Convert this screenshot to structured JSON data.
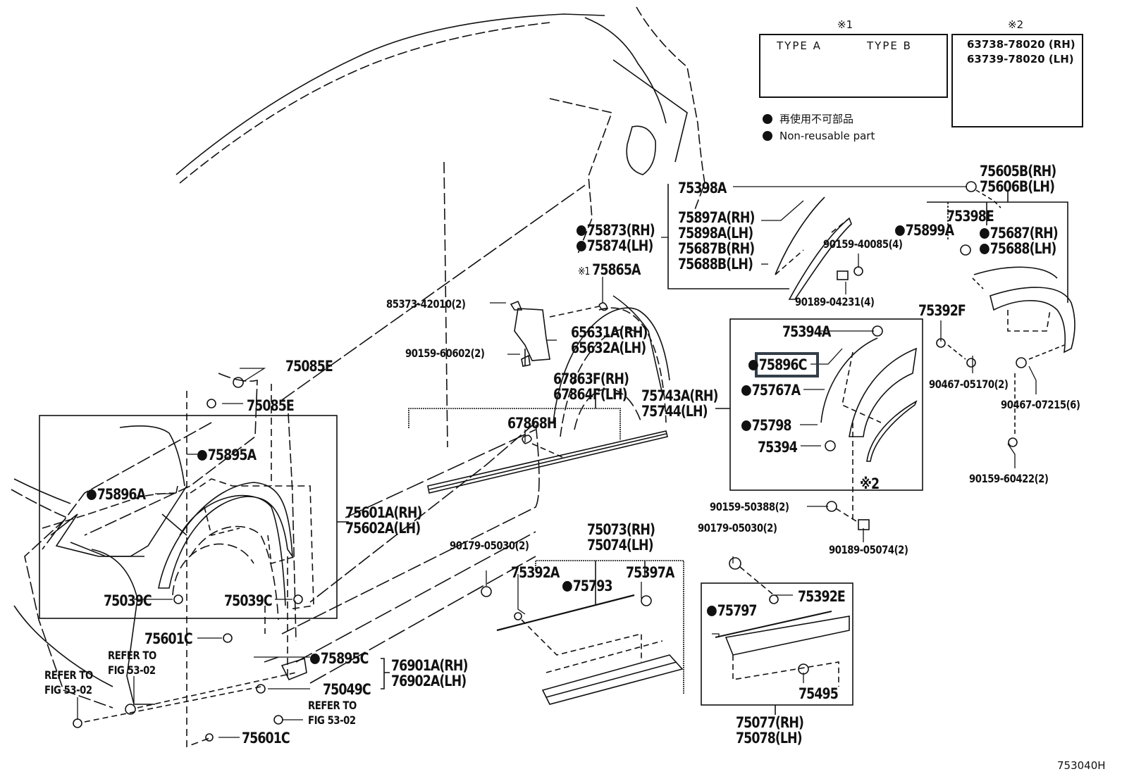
{
  "diagram": {
    "figure_number": "753040H",
    "legend": {
      "note1_marker": "※1",
      "note2_marker": "※2",
      "type_a_label": "TYPE  A",
      "type_b_label": "TYPE  B",
      "note2_parts": [
        "63738-78020 (RH)",
        "63739-78020 (LH)"
      ],
      "non_reusable_jp": "再使用不可部品",
      "non_reusable_en": "Non-reusable part"
    },
    "highlighted_part": "75896C",
    "callouts": [
      {
        "id": "c-75398A",
        "text": "75398A",
        "dot": false
      },
      {
        "id": "c-75897A",
        "text": "75897A(RH)",
        "dot": false
      },
      {
        "id": "c-75898A",
        "text": "75898A(LH)",
        "dot": false
      },
      {
        "id": "c-75687B",
        "text": "75687B(RH)",
        "dot": false
      },
      {
        "id": "c-75688B",
        "text": "75688B(LH)",
        "dot": false
      },
      {
        "id": "c-75873",
        "text": "75873(RH)",
        "dot": true
      },
      {
        "id": "c-75874",
        "text": "75874(LH)",
        "dot": true
      },
      {
        "id": "c-90159-40085",
        "text": "90159-40085(4)",
        "dot": false
      },
      {
        "id": "c-90189-04231",
        "text": "90189-04231(4)",
        "dot": false
      },
      {
        "id": "c-75605B",
        "text": "75605B(RH)",
        "dot": false
      },
      {
        "id": "c-75606B",
        "text": "75606B(LH)",
        "dot": false
      },
      {
        "id": "c-75398E",
        "text": "75398E",
        "dot": false
      },
      {
        "id": "c-75899A",
        "text": "75899A",
        "dot": true
      },
      {
        "id": "c-75687",
        "text": "75687(RH)",
        "dot": true
      },
      {
        "id": "c-75688",
        "text": "75688(LH)",
        "dot": true
      },
      {
        "id": "c-75865A",
        "text": "75865A",
        "dot": false,
        "prefix": "※1"
      },
      {
        "id": "c-85373-42010",
        "text": "85373-42010(2)",
        "dot": false
      },
      {
        "id": "c-65631A",
        "text": "65631A(RH)",
        "dot": false
      },
      {
        "id": "c-65632A",
        "text": "65632A(LH)",
        "dot": false
      },
      {
        "id": "c-90159-60602",
        "text": "90159-60602(2)",
        "dot": false
      },
      {
        "id": "c-75392F",
        "text": "75392F",
        "dot": false
      },
      {
        "id": "c-75394A",
        "text": "75394A",
        "dot": false
      },
      {
        "id": "c-75896C",
        "text": "75896C",
        "dot": true
      },
      {
        "id": "c-75767A",
        "text": "75767A",
        "dot": true
      },
      {
        "id": "c-75798",
        "text": "75798",
        "dot": true
      },
      {
        "id": "c-75394",
        "text": "75394",
        "dot": false
      },
      {
        "id": "c-75743A",
        "text": "75743A(RH)",
        "dot": false
      },
      {
        "id": "c-75744",
        "text": "75744(LH)",
        "dot": false
      },
      {
        "id": "c-90467-05170",
        "text": "90467-05170(2)",
        "dot": false
      },
      {
        "id": "c-90467-07215",
        "text": "90467-07215(6)",
        "dot": false
      },
      {
        "id": "c-90159-60422",
        "text": "90159-60422(2)",
        "dot": false
      },
      {
        "id": "c-67863F",
        "text": "67863F(RH)",
        "dot": false
      },
      {
        "id": "c-67864F",
        "text": "67864F(LH)",
        "dot": false
      },
      {
        "id": "c-67868H",
        "text": "67868H",
        "dot": false
      },
      {
        "id": "c-75085E-1",
        "text": "75085E",
        "dot": false
      },
      {
        "id": "c-75085E-2",
        "text": "75085E",
        "dot": false
      },
      {
        "id": "c-75895A",
        "text": "75895A",
        "dot": true
      },
      {
        "id": "c-75896A",
        "text": "75896A",
        "dot": true
      },
      {
        "id": "c-75601A",
        "text": "75601A(RH)",
        "dot": false
      },
      {
        "id": "c-75602A",
        "text": "75602A(LH)",
        "dot": false
      },
      {
        "id": "c-75039C-1",
        "text": "75039C",
        "dot": false
      },
      {
        "id": "c-75039C-2",
        "text": "75039C",
        "dot": false
      },
      {
        "id": "c-75601C-1",
        "text": "75601C",
        "dot": false
      },
      {
        "id": "c-75601C-2",
        "text": "75601C",
        "dot": false
      },
      {
        "id": "c-75895C",
        "text": "75895C",
        "dot": true
      },
      {
        "id": "c-75049C",
        "text": "75049C",
        "dot": false
      },
      {
        "id": "c-76901A",
        "text": "76901A(RH)",
        "dot": false
      },
      {
        "id": "c-76902A",
        "text": "76902A(LH)",
        "dot": false
      },
      {
        "id": "c-refer-1a",
        "text": "REFER TO",
        "dot": false
      },
      {
        "id": "c-refer-1b",
        "text": "FIG 53-02",
        "dot": false
      },
      {
        "id": "c-refer-2a",
        "text": "REFER TO",
        "dot": false
      },
      {
        "id": "c-refer-2b",
        "text": "FIG 53-02",
        "dot": false
      },
      {
        "id": "c-refer-3a",
        "text": "REFER TO",
        "dot": false
      },
      {
        "id": "c-refer-3b",
        "text": "FIG 53-02",
        "dot": false
      },
      {
        "id": "c-90179-05030-1",
        "text": "90179-05030(2)",
        "dot": false
      },
      {
        "id": "c-75073",
        "text": "75073(RH)",
        "dot": false
      },
      {
        "id": "c-75074",
        "text": "75074(LH)",
        "dot": false
      },
      {
        "id": "c-75392A",
        "text": "75392A",
        "dot": false
      },
      {
        "id": "c-75793",
        "text": "75793",
        "dot": true
      },
      {
        "id": "c-75397A",
        "text": "75397A",
        "dot": false
      },
      {
        "id": "c-90159-50388",
        "text": "90159-50388(2)",
        "dot": false
      },
      {
        "id": "c-90179-05030-2",
        "text": "90179-05030(2)",
        "dot": false
      },
      {
        "id": "c-90189-05074",
        "text": "90189-05074(2)",
        "dot": false
      },
      {
        "id": "c-75797",
        "text": "75797",
        "dot": true
      },
      {
        "id": "c-75392E",
        "text": "75392E",
        "dot": false
      },
      {
        "id": "c-75495",
        "text": "75495",
        "dot": false
      },
      {
        "id": "c-75077",
        "text": "75077(RH)",
        "dot": false
      },
      {
        "id": "c-75078",
        "text": "75078(LH)",
        "dot": false
      },
      {
        "id": "c-note2-mark",
        "text": "※2",
        "dot": false
      }
    ]
  }
}
